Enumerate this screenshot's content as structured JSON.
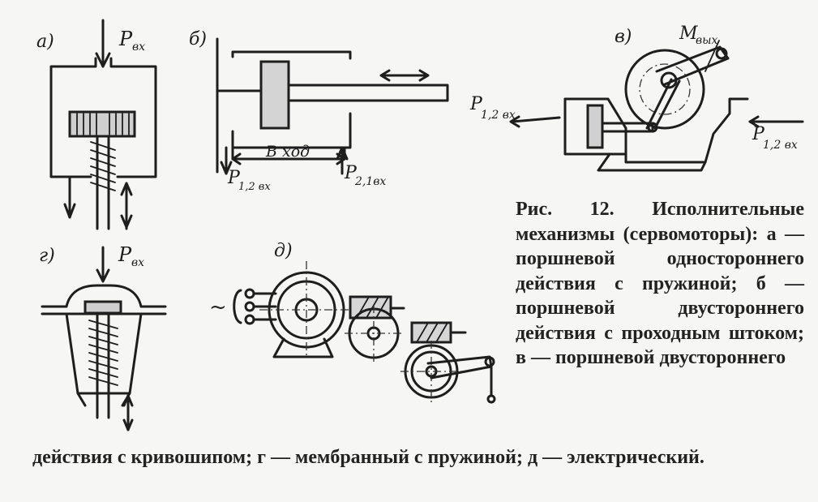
{
  "diagram": {
    "labels": {
      "a": "а)",
      "b": "б)",
      "v": "в)",
      "g": "г)",
      "d": "д)",
      "p_in_a": "P",
      "p_in_a_sub": "вх",
      "p_in_g": "P",
      "p_in_g_sub": "вх",
      "stroke": "В ход",
      "p12": "P",
      "p12_sub": "1,2 вх",
      "p21": "P",
      "p21_sub": "2,1вх",
      "m_out": "M",
      "m_out_sub": "вых",
      "p12_v": "P",
      "p12_v_sub": "1,2 вх",
      "p21_v": "P",
      "p21_v_sub": "1,2 вх",
      "tilde": "~"
    }
  },
  "caption": {
    "text": "Рис. 12. Исполнительные механизмы (сервомоторы): а — поршневой одностороннего действия с пружиной; б — поршневой двустороннего действия с проходным штоком; в — поршневой двустороннего",
    "tail": "действия с кривошипом; г — мембранный с пружиной; д — электрический."
  }
}
